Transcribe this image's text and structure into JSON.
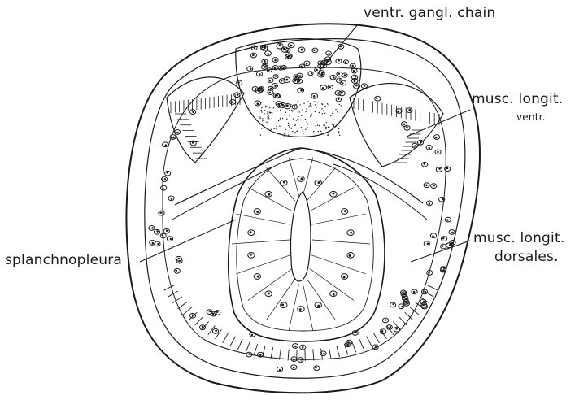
{
  "labels": {
    "ventral_chain": "ventr. gangl. chain",
    "musc_ventr_line1": "musc. longit.",
    "musc_ventr_line2": "ventr.",
    "musc_dors_line1": "musc. longit.",
    "musc_dors_line2": "dorsales.",
    "splanchnopleura": "splanchnopleura"
  },
  "colors": {
    "ink": "#1a1a1a",
    "background": "#ffffff"
  }
}
